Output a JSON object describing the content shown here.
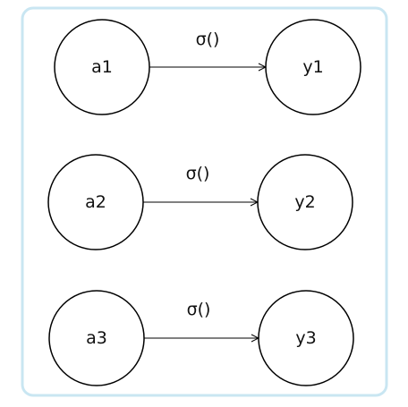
{
  "colors": {
    "frame_border": "#c9e6f2",
    "frame_fill": "#ffffff",
    "node_stroke": "#000000",
    "node_fill": "#ffffff",
    "edge_stroke": "#000000",
    "text": "#111111"
  },
  "rows": [
    {
      "input": "a1",
      "output": "y1",
      "function": "σ()"
    },
    {
      "input": "a2",
      "output": "y2",
      "function": "σ()"
    },
    {
      "input": "a3",
      "output": "y3",
      "function": "σ()"
    }
  ]
}
